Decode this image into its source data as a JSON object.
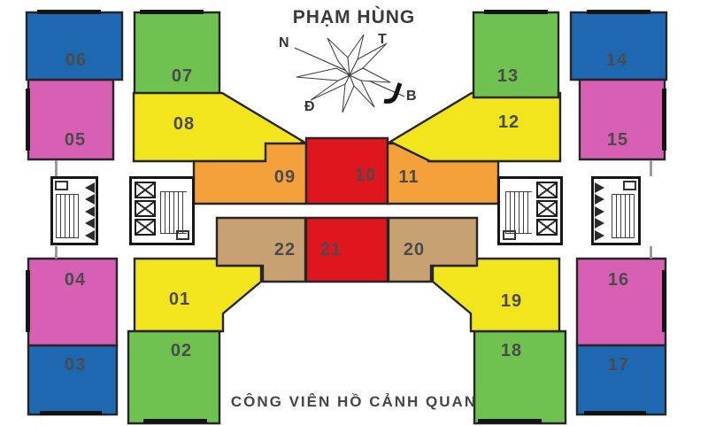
{
  "title": "PHẠM HÙNG",
  "footer": "CÔNG VIÊN HỒ CẢNH QUAN",
  "compass": {
    "top_left": "N",
    "top_right": "T",
    "bottom_left": "Đ",
    "bottom_right": "B"
  },
  "palette": {
    "blue": "#1e68b2",
    "green": "#6fc24f",
    "pink": "#d75fb4",
    "yellow": "#f2e41d",
    "orange": "#f4a13b",
    "red": "#e0161f",
    "tan": "#c7a172",
    "wall": "#262626",
    "label_text": "#4b4b4b"
  },
  "units": [
    {
      "id": "01",
      "label": "01",
      "color": "yellow",
      "points": [
        [
          152,
          292
        ],
        [
          248,
          292
        ],
        [
          248,
          300
        ],
        [
          295,
          300
        ],
        [
          295,
          318
        ],
        [
          252,
          354
        ],
        [
          252,
          374
        ],
        [
          152,
          374
        ]
      ],
      "label_at": [
        203,
        338
      ]
    },
    {
      "id": "02",
      "label": "02",
      "color": "green",
      "points": [
        [
          145,
          374
        ],
        [
          248,
          374
        ],
        [
          248,
          478
        ],
        [
          145,
          478
        ]
      ],
      "label_at": [
        205,
        396
      ]
    },
    {
      "id": "03",
      "label": "03",
      "color": "blue",
      "points": [
        [
          32,
          390
        ],
        [
          132,
          390
        ],
        [
          132,
          468
        ],
        [
          32,
          468
        ]
      ],
      "label_at": [
        85,
        412
      ]
    },
    {
      "id": "04",
      "label": "04",
      "color": "pink",
      "points": [
        [
          32,
          292
        ],
        [
          132,
          292
        ],
        [
          132,
          390
        ],
        [
          32,
          390
        ]
      ],
      "label_at": [
        85,
        316
      ]
    },
    {
      "id": "05",
      "label": "05",
      "color": "pink",
      "points": [
        [
          32,
          90
        ],
        [
          128,
          90
        ],
        [
          128,
          180
        ],
        [
          32,
          180
        ]
      ],
      "label_at": [
        85,
        158
      ]
    },
    {
      "id": "06",
      "label": "06",
      "color": "blue",
      "points": [
        [
          30,
          14
        ],
        [
          138,
          14
        ],
        [
          138,
          90
        ],
        [
          30,
          90
        ]
      ],
      "label_at": [
        86,
        68
      ]
    },
    {
      "id": "07",
      "label": "07",
      "color": "green",
      "points": [
        [
          152,
          14
        ],
        [
          248,
          14
        ],
        [
          248,
          110
        ],
        [
          152,
          110
        ]
      ],
      "label_at": [
        206,
        86
      ]
    },
    {
      "id": "08",
      "label": "08",
      "color": "yellow",
      "points": [
        [
          151,
          105
        ],
        [
          251,
          105
        ],
        [
          343,
          160
        ],
        [
          298,
          182
        ],
        [
          151,
          182
        ]
      ],
      "label_at": [
        208,
        140
      ]
    },
    {
      "id": "09",
      "label": "09",
      "color": "orange",
      "points": [
        [
          300,
          162
        ],
        [
          346,
          162
        ],
        [
          346,
          230
        ],
        [
          219,
          230
        ],
        [
          219,
          182
        ],
        [
          300,
          182
        ]
      ],
      "label_at": [
        322,
        200
      ]
    },
    {
      "id": "10",
      "label": "10",
      "color": "red",
      "points": [
        [
          346,
          156
        ],
        [
          438,
          156
        ],
        [
          438,
          230
        ],
        [
          346,
          230
        ]
      ],
      "label_at": [
        413,
        198
      ]
    },
    {
      "id": "11",
      "label": "11",
      "color": "orange",
      "points": [
        [
          438,
          162
        ],
        [
          484,
          162
        ],
        [
          484,
          182
        ],
        [
          563,
          182
        ],
        [
          563,
          230
        ],
        [
          438,
          230
        ]
      ],
      "label_at": [
        462,
        200
      ]
    },
    {
      "id": "12",
      "label": "12",
      "color": "yellow",
      "points": [
        [
          533,
          105
        ],
        [
          633,
          105
        ],
        [
          633,
          182
        ],
        [
          486,
          182
        ],
        [
          441,
          160
        ]
      ],
      "label_at": [
        575,
        138
      ]
    },
    {
      "id": "13",
      "label": "13",
      "color": "green",
      "points": [
        [
          535,
          14
        ],
        [
          631,
          14
        ],
        [
          631,
          110
        ],
        [
          535,
          110
        ]
      ],
      "label_at": [
        574,
        86
      ]
    },
    {
      "id": "14",
      "label": "14",
      "color": "blue",
      "points": [
        [
          645,
          14
        ],
        [
          753,
          14
        ],
        [
          753,
          90
        ],
        [
          645,
          90
        ]
      ],
      "label_at": [
        697,
        68
      ]
    },
    {
      "id": "15",
      "label": "15",
      "color": "pink",
      "points": [
        [
          655,
          90
        ],
        [
          751,
          90
        ],
        [
          751,
          180
        ],
        [
          655,
          180
        ]
      ],
      "label_at": [
        698,
        158
      ]
    },
    {
      "id": "16",
      "label": "16",
      "color": "pink",
      "points": [
        [
          652,
          292
        ],
        [
          752,
          292
        ],
        [
          752,
          390
        ],
        [
          652,
          390
        ]
      ],
      "label_at": [
        699,
        316
      ]
    },
    {
      "id": "17",
      "label": "17",
      "color": "blue",
      "points": [
        [
          652,
          390
        ],
        [
          752,
          390
        ],
        [
          752,
          468
        ],
        [
          652,
          468
        ]
      ],
      "label_at": [
        699,
        412
      ]
    },
    {
      "id": "18",
      "label": "18",
      "color": "green",
      "points": [
        [
          536,
          374
        ],
        [
          639,
          374
        ],
        [
          639,
          478
        ],
        [
          536,
          478
        ]
      ],
      "label_at": [
        578,
        396
      ]
    },
    {
      "id": "19",
      "label": "19",
      "color": "yellow",
      "points": [
        [
          536,
          292
        ],
        [
          632,
          292
        ],
        [
          632,
          374
        ],
        [
          532,
          374
        ],
        [
          532,
          354
        ],
        [
          489,
          318
        ],
        [
          489,
          300
        ],
        [
          536,
          300
        ]
      ],
      "label_at": [
        578,
        340
      ]
    },
    {
      "id": "20",
      "label": "20",
      "color": "tan",
      "points": [
        [
          439,
          246
        ],
        [
          539,
          246
        ],
        [
          539,
          300
        ],
        [
          487,
          300
        ],
        [
          487,
          318
        ],
        [
          439,
          318
        ]
      ],
      "label_at": [
        468,
        282
      ]
    },
    {
      "id": "21",
      "label": "21",
      "color": "red",
      "points": [
        [
          346,
          246
        ],
        [
          438,
          246
        ],
        [
          438,
          318
        ],
        [
          346,
          318
        ]
      ],
      "label_at": [
        374,
        282
      ]
    },
    {
      "id": "22",
      "label": "22",
      "color": "tan",
      "points": [
        [
          245,
          246
        ],
        [
          345,
          246
        ],
        [
          345,
          318
        ],
        [
          297,
          318
        ],
        [
          297,
          300
        ],
        [
          245,
          300
        ]
      ],
      "label_at": [
        322,
        282
      ]
    }
  ]
}
